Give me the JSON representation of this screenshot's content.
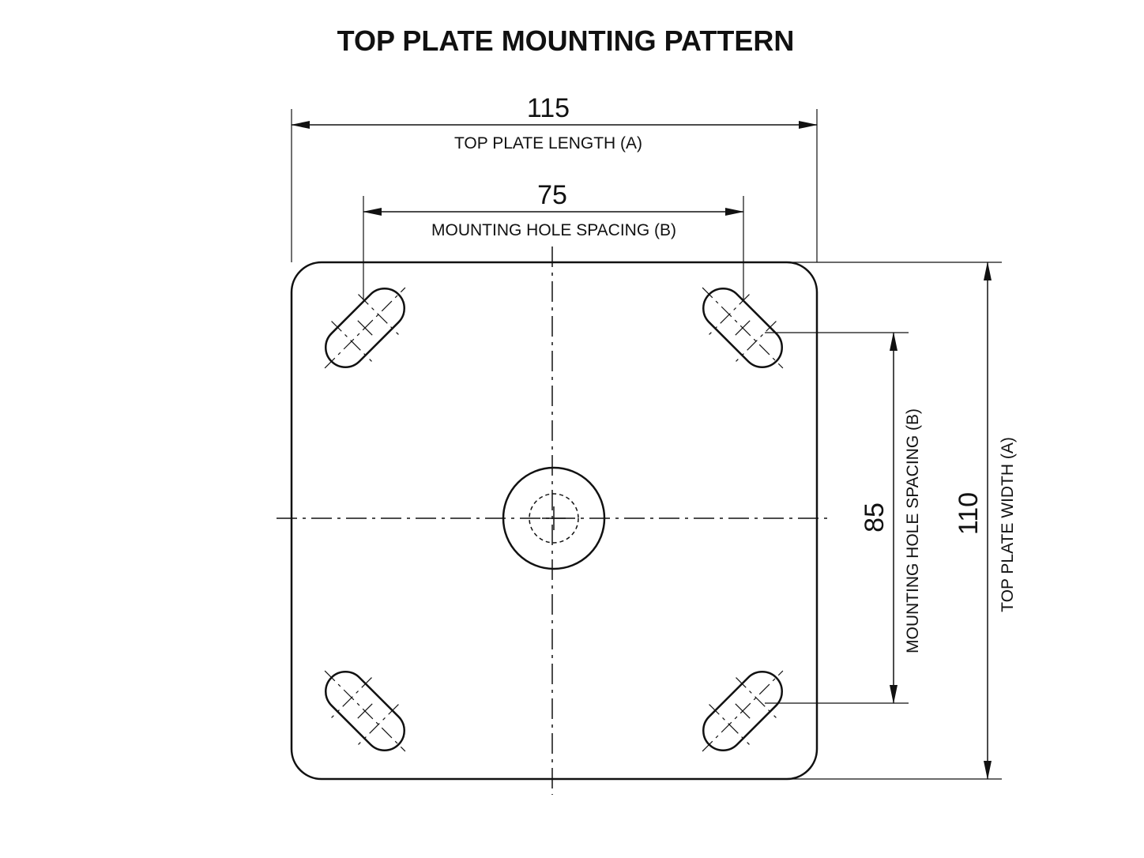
{
  "title": "TOP PLATE MOUNTING PATTERN",
  "dimensions": {
    "plate_length": {
      "value": "115",
      "label": "TOP PLATE LENGTH (A)"
    },
    "hole_spacing_x": {
      "value": "75",
      "label": "MOUNTING HOLE SPACING (B)"
    },
    "hole_spacing_y": {
      "value": "85",
      "label": "MOUNTING HOLE SPACING (B)"
    },
    "plate_width": {
      "value": "110",
      "label": "TOP PLATE WIDTH (A)"
    }
  },
  "colors": {
    "line": "#111111",
    "background": "#ffffff"
  }
}
